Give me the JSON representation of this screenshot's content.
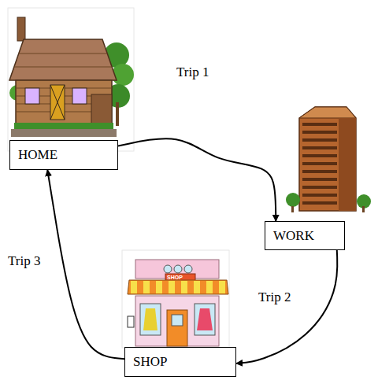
{
  "diagram": {
    "nodes": [
      {
        "text": [
          "HOME"
        ]
      },
      {
        "text": [
          "WORK"
        ]
      },
      {
        "text": [
          "SHOP"
        ]
      }
    ],
    "edges": [
      {
        "from": 0,
        "to": 1,
        "label": "Trip 1",
        "arrow": "to"
      },
      {
        "from": 1,
        "to": 2,
        "label": "Trip 2",
        "arrow": "to"
      },
      {
        "from": 2,
        "to": 0,
        "label": "Trip 3",
        "arrow": "to"
      }
    ],
    "labels": [
      "SHOP"
    ]
  }
}
